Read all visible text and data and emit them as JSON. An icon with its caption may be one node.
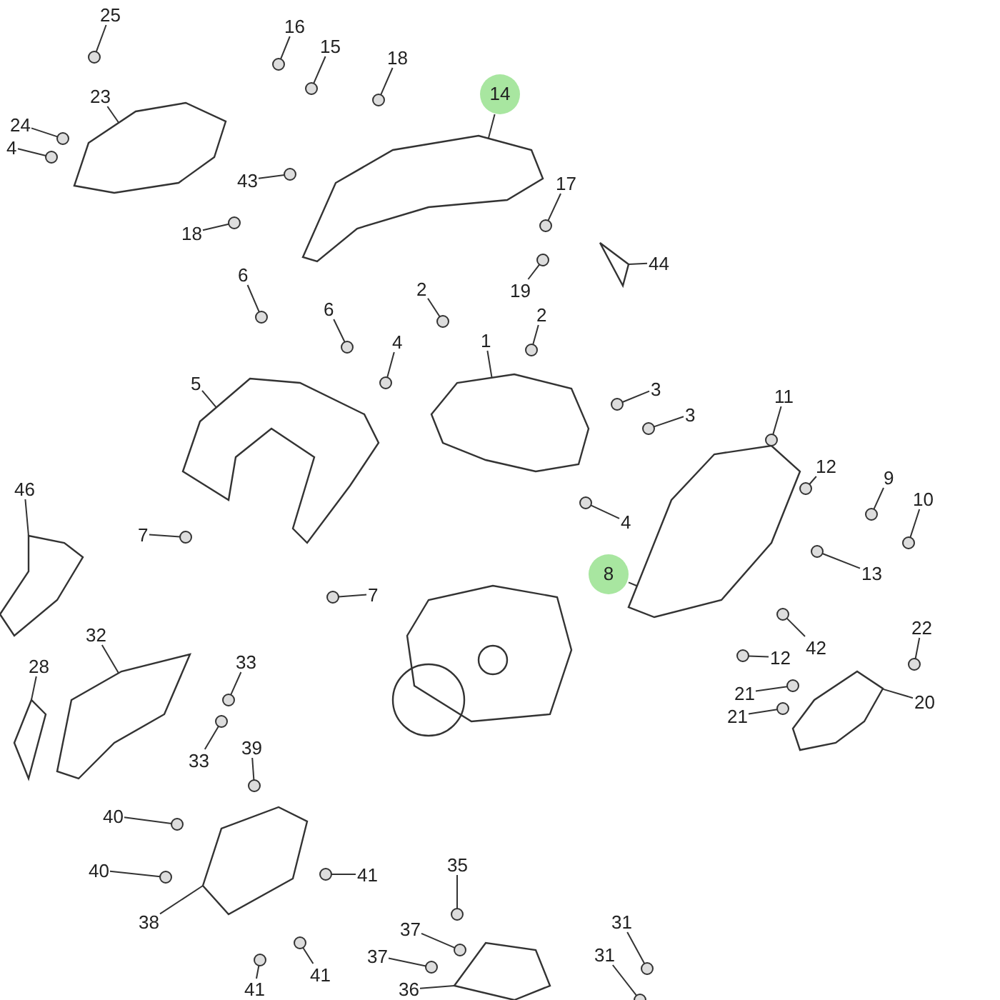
{
  "diagram": {
    "nodes": [
      {
        "text": [
          "25"
        ]
      },
      {
        "text": [
          "16"
        ]
      },
      {
        "text": [
          "15"
        ]
      },
      {
        "text": [
          "18"
        ]
      },
      {
        "text": [
          "14"
        ]
      },
      {
        "text": [
          "24"
        ]
      },
      {
        "text": [
          "23"
        ]
      },
      {
        "text": [
          "4"
        ]
      },
      {
        "text": [
          "43"
        ]
      },
      {
        "text": [
          "17"
        ]
      },
      {
        "text": [
          "18"
        ]
      },
      {
        "text": [
          "19"
        ]
      },
      {
        "text": [
          "44"
        ]
      },
      {
        "text": [
          "6"
        ]
      },
      {
        "text": [
          "2"
        ]
      },
      {
        "text": [
          "6"
        ]
      },
      {
        "text": [
          "1"
        ]
      },
      {
        "text": [
          "2"
        ]
      },
      {
        "text": [
          "4"
        ]
      },
      {
        "text": [
          "3"
        ]
      },
      {
        "text": [
          "5"
        ]
      },
      {
        "text": [
          "3"
        ]
      },
      {
        "text": [
          "11"
        ]
      },
      {
        "text": [
          "12"
        ]
      },
      {
        "text": [
          "46"
        ]
      },
      {
        "text": [
          "9"
        ]
      },
      {
        "text": [
          "10"
        ]
      },
      {
        "text": [
          "7"
        ]
      },
      {
        "text": [
          "4"
        ]
      },
      {
        "text": [
          "8"
        ]
      },
      {
        "text": [
          "13"
        ]
      },
      {
        "text": [
          "7"
        ]
      },
      {
        "text": [
          "42"
        ]
      },
      {
        "text": [
          "22"
        ]
      },
      {
        "text": [
          "12"
        ]
      },
      {
        "text": [
          "32"
        ]
      },
      {
        "text": [
          "33"
        ]
      },
      {
        "text": [
          "28"
        ]
      },
      {
        "text": [
          "21"
        ]
      },
      {
        "text": [
          "20"
        ]
      },
      {
        "text": [
          "21"
        ]
      },
      {
        "text": [
          "33"
        ]
      },
      {
        "text": [
          "39"
        ]
      },
      {
        "text": [
          "40"
        ]
      },
      {
        "text": [
          "41"
        ]
      },
      {
        "text": [
          "40"
        ]
      },
      {
        "text": [
          "38"
        ]
      },
      {
        "text": [
          "41"
        ]
      },
      {
        "text": [
          "35"
        ]
      },
      {
        "text": [
          "37"
        ]
      },
      {
        "text": [
          "31"
        ]
      },
      {
        "text": [
          "37"
        ]
      },
      {
        "text": [
          "36"
        ]
      },
      {
        "text": [
          "31"
        ]
      },
      {
        "text": [
          "41"
        ]
      },
      {
        "text": [],
        "shape": "circle"
      },
      {
        "text": [],
        "shape": "circle"
      },
      {
        "text": [],
        "shape": "circle"
      },
      {
        "text": [],
        "shape": "circle"
      },
      {
        "text": [],
        "shape": "picture"
      },
      {
        "text": [],
        "shape": "circle"
      },
      {
        "text": [],
        "shape": "picture"
      },
      {
        "text": [],
        "shape": "circle"
      },
      {
        "text": [],
        "shape": "circle"
      },
      {
        "text": [],
        "shape": "circle"
      },
      {
        "text": [],
        "shape": "circle"
      },
      {
        "text": [],
        "shape": "circle"
      },
      {
        "text": [],
        "shape": "picture"
      },
      {
        "text": [],
        "shape": "circle"
      },
      {
        "text": [],
        "shape": "circle"
      },
      {
        "text": [],
        "shape": "circle"
      },
      {
        "text": [],
        "shape": "picture"
      },
      {
        "text": [],
        "shape": "circle"
      },
      {
        "text": [],
        "shape": "circle"
      },
      {
        "text": [],
        "shape": "circle"
      },
      {
        "text": [],
        "shape": "picture"
      },
      {
        "text": [],
        "shape": "circle"
      },
      {
        "text": [],
        "shape": "circle"
      },
      {
        "text": [],
        "shape": "circle"
      },
      {
        "text": [],
        "shape": "picture"
      },
      {
        "text": [],
        "shape": "circle"
      },
      {
        "text": [],
        "shape": "circle"
      },
      {
        "text": [],
        "shape": "circle"
      },
      {
        "text": [],
        "shape": "circle"
      },
      {
        "text": [],
        "shape": "picture"
      },
      {
        "text": [],
        "shape": "circle"
      },
      {
        "text": [],
        "shape": "circle"
      },
      {
        "text": [],
        "shape": "circle"
      },
      {
        "text": [],
        "shape": "circle"
      },
      {
        "text": [],
        "shape": "circle"
      },
      {
        "text": [],
        "shape": "picture"
      },
      {
        "text": [],
        "shape": "circle"
      },
      {
        "text": [],
        "shape": "picture"
      },
      {
        "text": [],
        "shape": "circle"
      },
      {
        "text": [],
        "shape": "picture"
      },
      {
        "text": [],
        "shape": "circle"
      },
      {
        "text": [],
        "shape": "circle"
      },
      {
        "text": [],
        "shape": "circle"
      },
      {
        "text": [],
        "shape": "circle"
      },
      {
        "text": [],
        "shape": "circle"
      },
      {
        "text": [],
        "shape": "circle"
      },
      {
        "text": [],
        "shape": "picture"
      },
      {
        "text": [],
        "shape": "circle"
      },
      {
        "text": [],
        "shape": "circle"
      },
      {
        "text": [],
        "shape": "circle"
      },
      {
        "text": [],
        "shape": "circle"
      },
      {
        "text": [],
        "shape": "circle"
      },
      {
        "text": [],
        "shape": "picture"
      },
      {
        "text": [],
        "shape": "circle"
      },
      {
        "text": [],
        "shape": "circle"
      }
    ],
    "edges": [
      {
        "from": 0,
        "to": 55,
        "arrow": "none"
      },
      {
        "from": 1,
        "to": 56,
        "arrow": "none"
      },
      {
        "from": 2,
        "to": 57,
        "arrow": "none"
      },
      {
        "from": 3,
        "to": 58,
        "arrow": "none"
      },
      {
        "from": 4,
        "to": 59,
        "arrow": "none"
      },
      {
        "from": 5,
        "to": 60,
        "arrow": "none"
      },
      {
        "from": 6,
        "to": 61,
        "arrow": "none"
      },
      {
        "from": 7,
        "to": 62,
        "arrow": "none"
      },
      {
        "from": 8,
        "to": 63,
        "arrow": "none"
      },
      {
        "from": 9,
        "to": 64,
        "arrow": "none"
      },
      {
        "from": 10,
        "to": 65,
        "arrow": "none"
      },
      {
        "from": 11,
        "to": 66,
        "arrow": "none"
      },
      {
        "from": 12,
        "to": 67,
        "arrow": "none"
      },
      {
        "from": 13,
        "to": 68,
        "arrow": "none"
      },
      {
        "from": 14,
        "to": 69,
        "arrow": "none"
      },
      {
        "from": 15,
        "to": 70,
        "arrow": "none"
      },
      {
        "from": 16,
        "to": 71,
        "arrow": "none"
      },
      {
        "from": 17,
        "to": 72,
        "arrow": "none"
      },
      {
        "from": 18,
        "to": 73,
        "arrow": "none"
      },
      {
        "from": 19,
        "to": 74,
        "arrow": "none"
      },
      {
        "from": 20,
        "to": 75,
        "arrow": "none"
      },
      {
        "from": 21,
        "to": 76,
        "arrow": "none"
      },
      {
        "from": 22,
        "to": 77,
        "arrow": "none"
      },
      {
        "from": 23,
        "to": 78,
        "arrow": "none"
      },
      {
        "from": 24,
        "to": 79,
        "arrow": "none"
      },
      {
        "from": 25,
        "to": 80,
        "arrow": "none"
      },
      {
        "from": 26,
        "to": 81,
        "arrow": "none"
      },
      {
        "from": 27,
        "to": 82,
        "arrow": "none"
      },
      {
        "from": 28,
        "to": 83,
        "arrow": "none"
      },
      {
        "from": 29,
        "to": 84,
        "arrow": "none"
      },
      {
        "from": 30,
        "to": 85,
        "arrow": "none"
      },
      {
        "from": 31,
        "to": 86,
        "arrow": "none"
      },
      {
        "from": 32,
        "to": 87,
        "arrow": "none"
      },
      {
        "from": 33,
        "to": 88,
        "arrow": "none"
      },
      {
        "from": 34,
        "to": 89,
        "arrow": "none"
      },
      {
        "from": 35,
        "to": 90,
        "arrow": "none"
      },
      {
        "from": 36,
        "to": 91,
        "arrow": "none"
      },
      {
        "from": 37,
        "to": 92,
        "arrow": "none"
      },
      {
        "from": 38,
        "to": 93,
        "arrow": "none"
      },
      {
        "from": 39,
        "to": 94,
        "arrow": "none"
      },
      {
        "from": 40,
        "to": 95,
        "arrow": "none"
      },
      {
        "from": 41,
        "to": 96,
        "arrow": "none"
      },
      {
        "from": 42,
        "to": 97,
        "arrow": "none"
      },
      {
        "from": 43,
        "to": 98,
        "arrow": "none"
      },
      {
        "from": 44,
        "to": 99,
        "arrow": "none"
      },
      {
        "from": 45,
        "to": 100,
        "arrow": "none"
      },
      {
        "from": 46,
        "to": 101,
        "arrow": "none"
      },
      {
        "from": 47,
        "to": 102,
        "arrow": "none"
      },
      {
        "from": 48,
        "to": 103,
        "arrow": "none"
      },
      {
        "from": 49,
        "to": 104,
        "arrow": "none"
      },
      {
        "from": 50,
        "to": 105,
        "arrow": "none"
      },
      {
        "from": 51,
        "to": 106,
        "arrow": "none"
      },
      {
        "from": 52,
        "to": 107,
        "arrow": "none"
      },
      {
        "from": 53,
        "to": 108,
        "arrow": "none"
      },
      {
        "from": 54,
        "to": 109,
        "arrow": "none"
      }
    ]
  }
}
